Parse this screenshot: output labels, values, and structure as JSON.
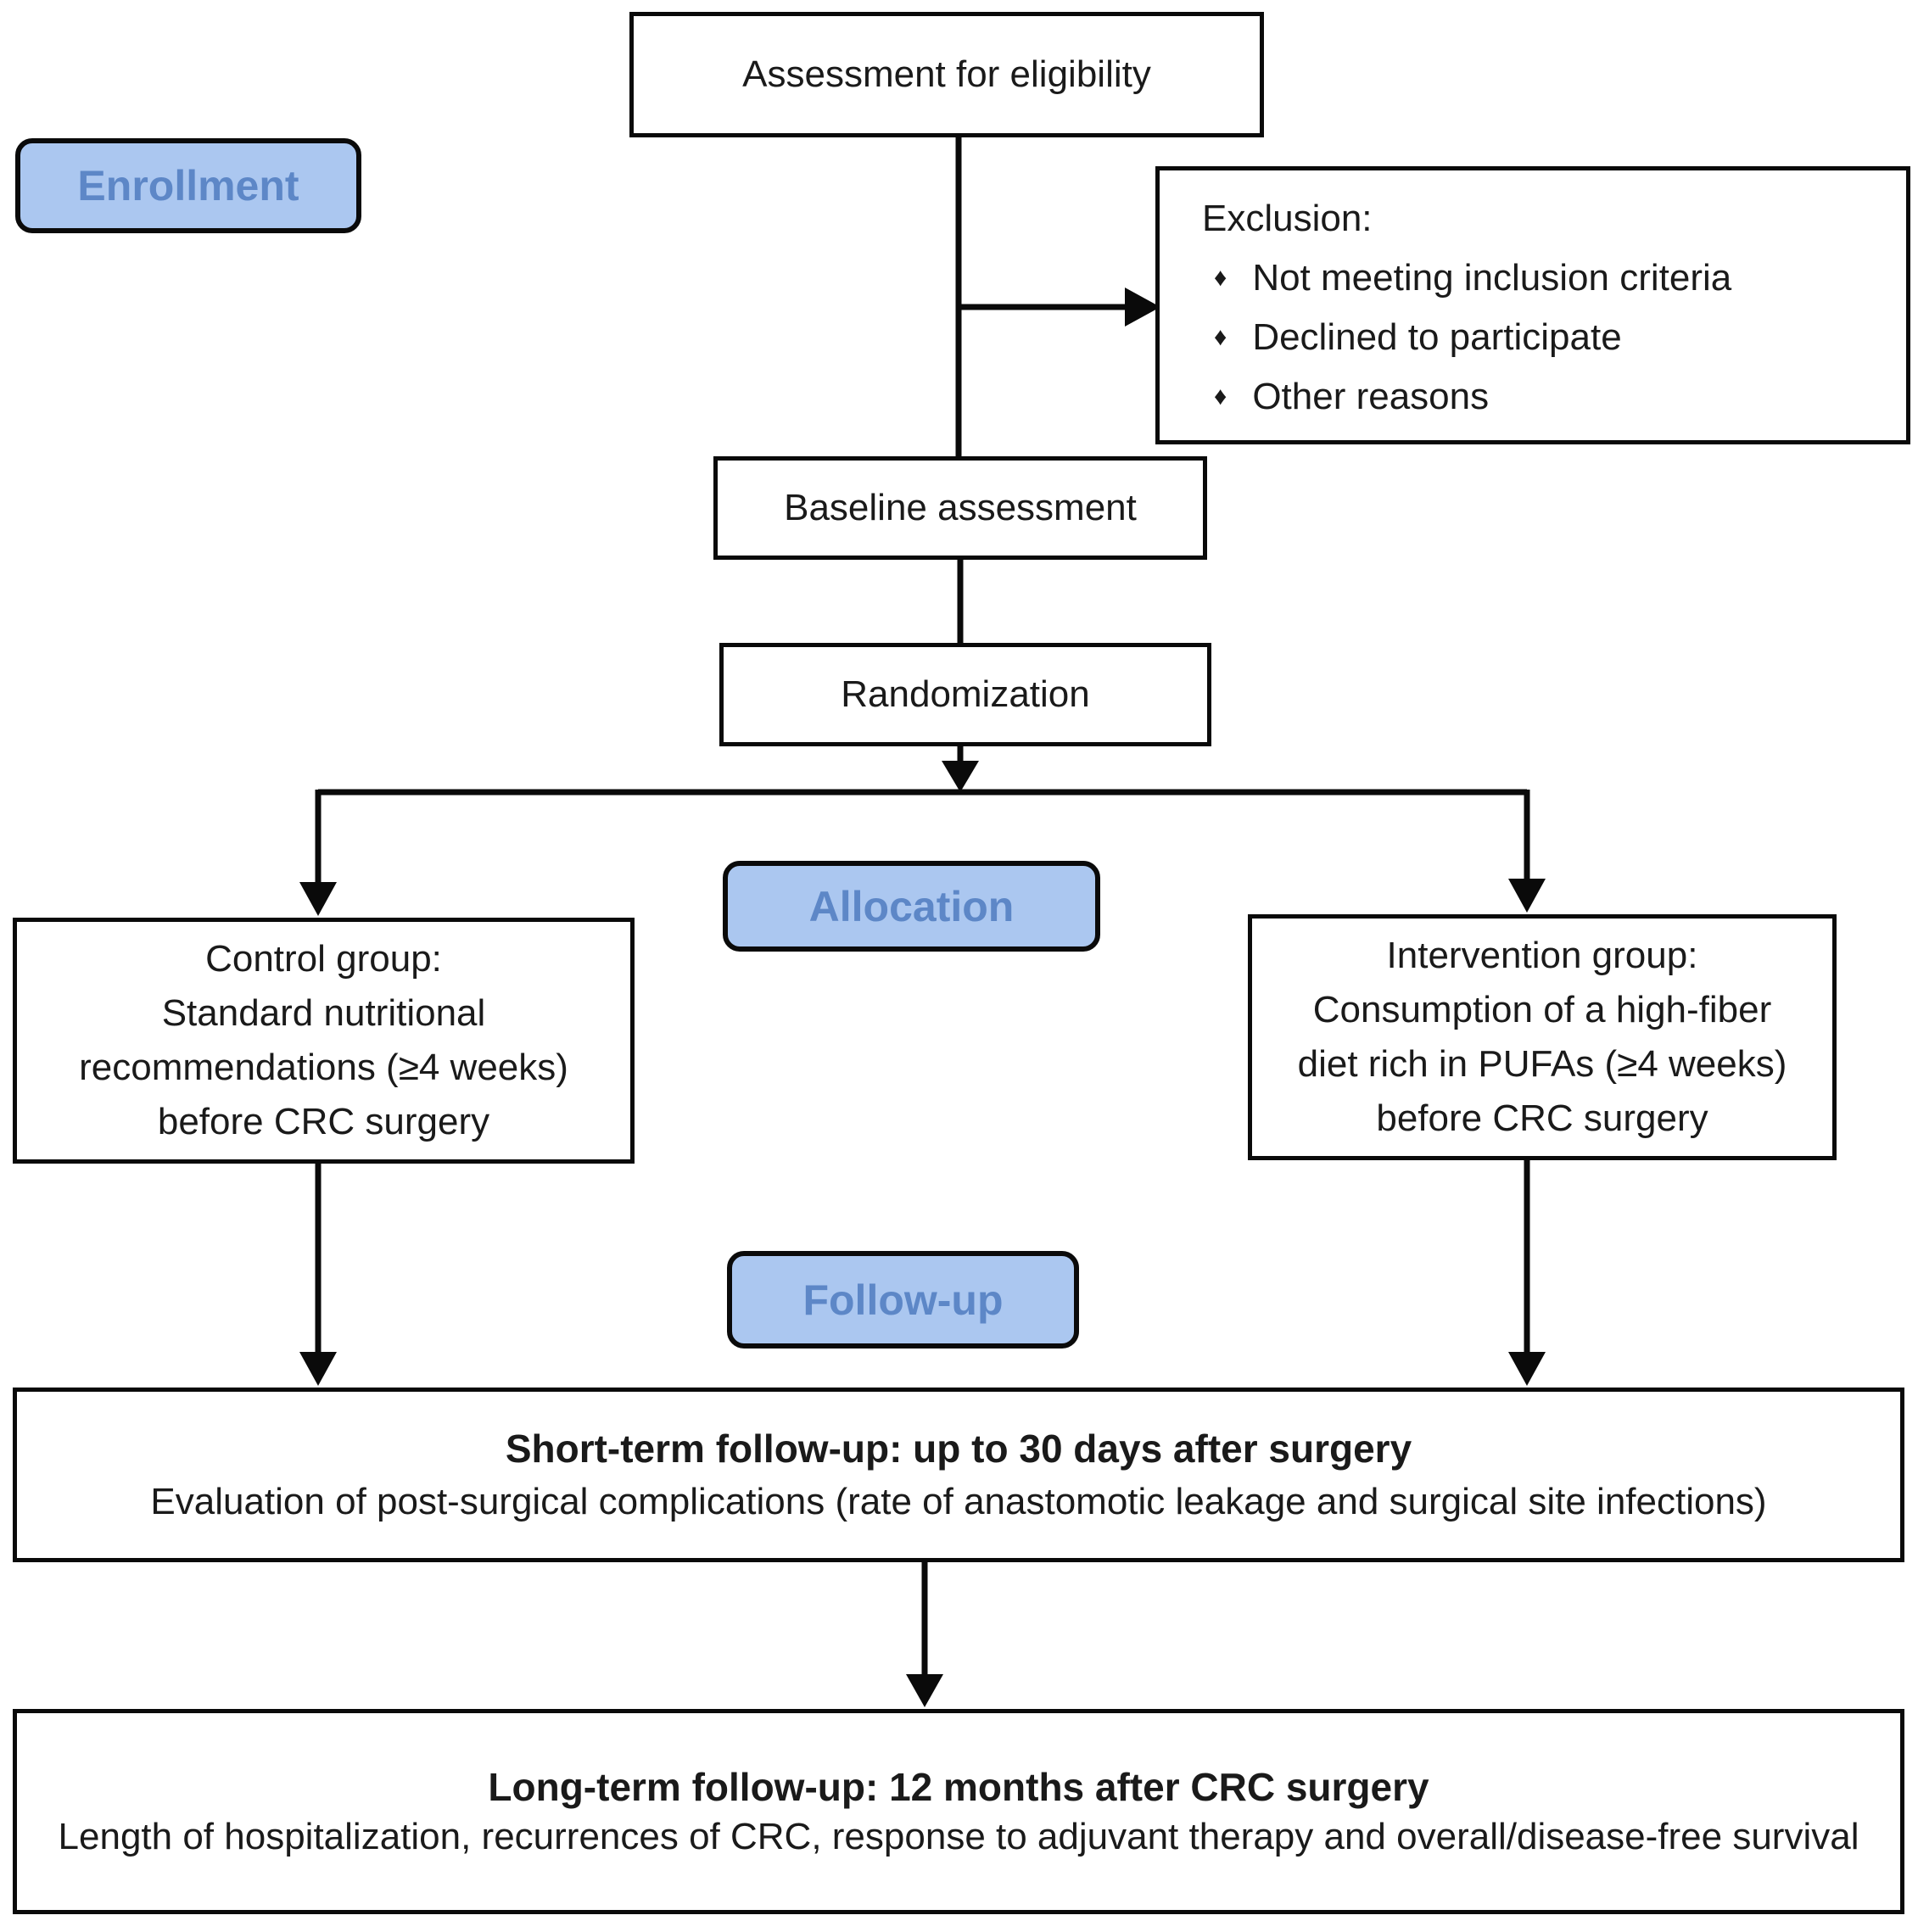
{
  "diagram": {
    "assessment_label": "Assessment for eligibility",
    "enrollment_label": "Enrollment",
    "exclusion": {
      "title": "Exclusion:",
      "bullet_glyph": "♦",
      "items": [
        "Not meeting inclusion criteria",
        "Declined to participate",
        "Other reasons"
      ]
    },
    "baseline_label": "Baseline assessment",
    "randomization_label": "Randomization",
    "allocation_label": "Allocation",
    "control_group_text": "Control group:\nStandard nutritional\nrecommendations (≥4 weeks)\nbefore CRC surgery",
    "intervention_group_text": "Intervention group:\nConsumption of a high-fiber\ndiet rich in PUFAs (≥4 weeks)\nbefore CRC surgery",
    "followup_label": "Follow-up",
    "short_term": {
      "title": "Short-term follow-up: up to 30 days after surgery",
      "body": "Evaluation of post-surgical complications (rate of anastomotic leakage and surgical site infections)"
    },
    "long_term": {
      "title": "Long-term follow-up: 12 months after CRC surgery",
      "body": "Length of hospitalization, recurrences of CRC, response to adjuvant therapy and overall/disease-free survival"
    },
    "colors": {
      "badge_fill": "#abc7f0",
      "badge_text": "#5d87c7",
      "line": "#0a0a0a",
      "box_background": "#ffffff"
    }
  }
}
